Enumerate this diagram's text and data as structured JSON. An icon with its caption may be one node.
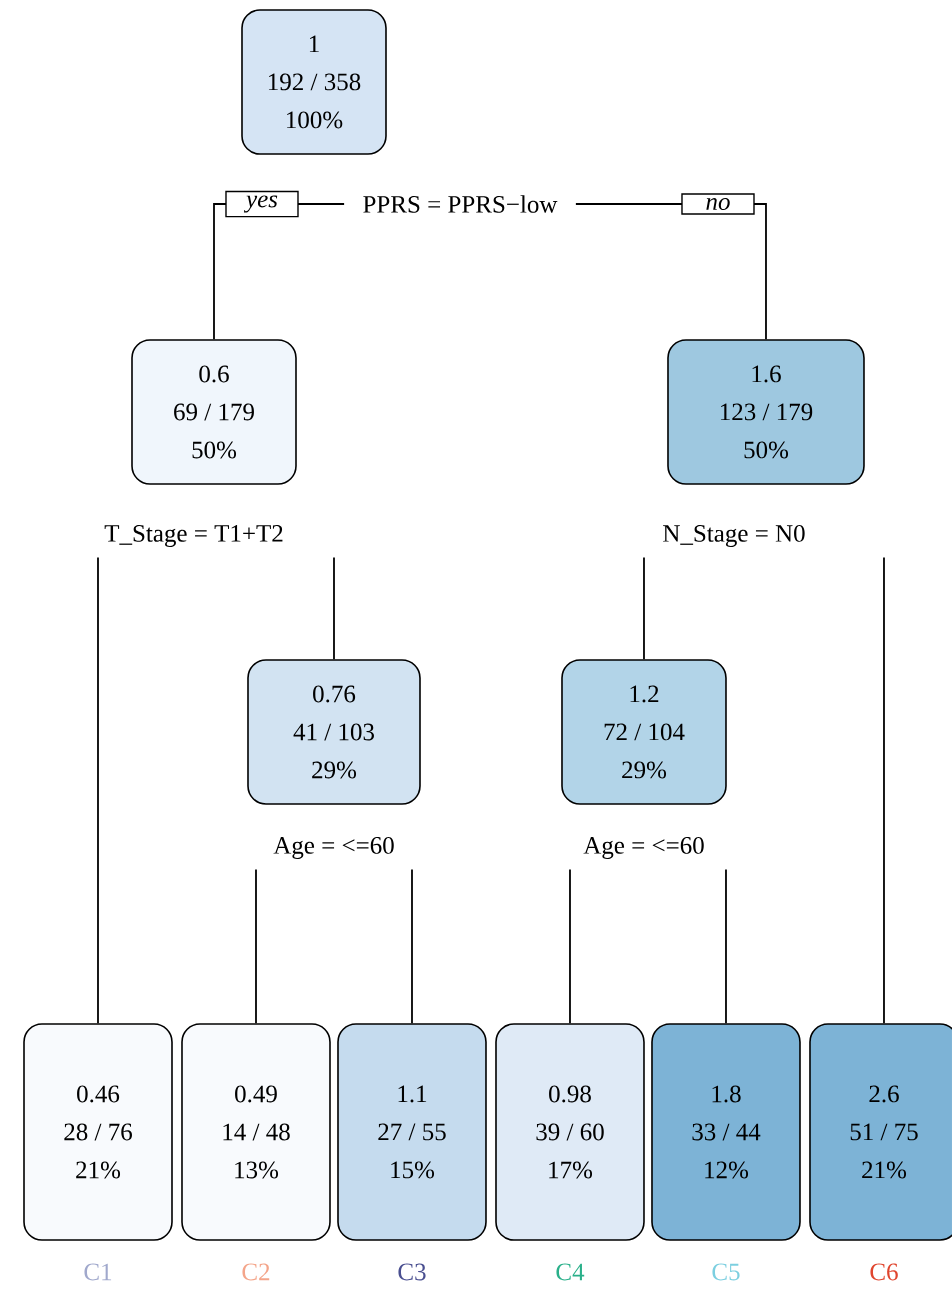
{
  "diagram": {
    "nodes": [
      {
        "text": [
          "1",
          "192 / 358",
          "100%"
        ],
        "beside": [
          "PPRS = PPRS−low"
        ]
      },
      {
        "text": [
          "0.6",
          "69 / 179",
          "50%"
        ],
        "beside": [
          "T_Stage = T1+T2"
        ]
      },
      {
        "text": [
          "1.6",
          "123 / 179",
          "50%"
        ],
        "beside": [
          "N_Stage = N0"
        ]
      },
      {
        "text": [
          "0.76",
          "41 / 103",
          "29%"
        ],
        "beside": [
          "Age = <=60"
        ]
      },
      {
        "text": [
          "1.2",
          "72 / 104",
          "29%"
        ],
        "beside": [
          "Age = <=60"
        ]
      },
      {
        "text": [
          "0.46",
          "28 / 76",
          "21%"
        ],
        "beside": [
          "C1"
        ]
      },
      {
        "text": [
          "0.49",
          "14 / 48",
          "13%"
        ],
        "beside": [
          "C2"
        ]
      },
      {
        "text": [
          "1.1",
          "27 / 55",
          "15%"
        ],
        "beside": [
          "C3"
        ]
      },
      {
        "text": [
          "0.98",
          "39 / 60",
          "17%"
        ],
        "beside": [
          "C4"
        ]
      },
      {
        "text": [
          "1.8",
          "33 / 44",
          "12%"
        ],
        "beside": [
          "C5"
        ]
      },
      {
        "text": [
          "2.6",
          "51 / 75",
          "21%"
        ],
        "beside": [
          "C6"
        ]
      }
    ],
    "edges": [
      {
        "from": 0,
        "to": 1,
        "arrow": "none",
        "label": "yes"
      },
      {
        "from": 0,
        "to": 2,
        "arrow": "none",
        "label": "no"
      },
      {
        "from": 1,
        "to": 5,
        "arrow": "none"
      },
      {
        "from": 1,
        "to": 3,
        "arrow": "none"
      },
      {
        "from": 2,
        "to": 4,
        "arrow": "none"
      },
      {
        "from": 2,
        "to": 10,
        "arrow": "none"
      },
      {
        "from": 3,
        "to": 6,
        "arrow": "none"
      },
      {
        "from": 3,
        "to": 7,
        "arrow": "none"
      },
      {
        "from": 4,
        "to": 8,
        "arrow": "none"
      },
      {
        "from": 4,
        "to": 9,
        "arrow": "none"
      }
    ]
  }
}
